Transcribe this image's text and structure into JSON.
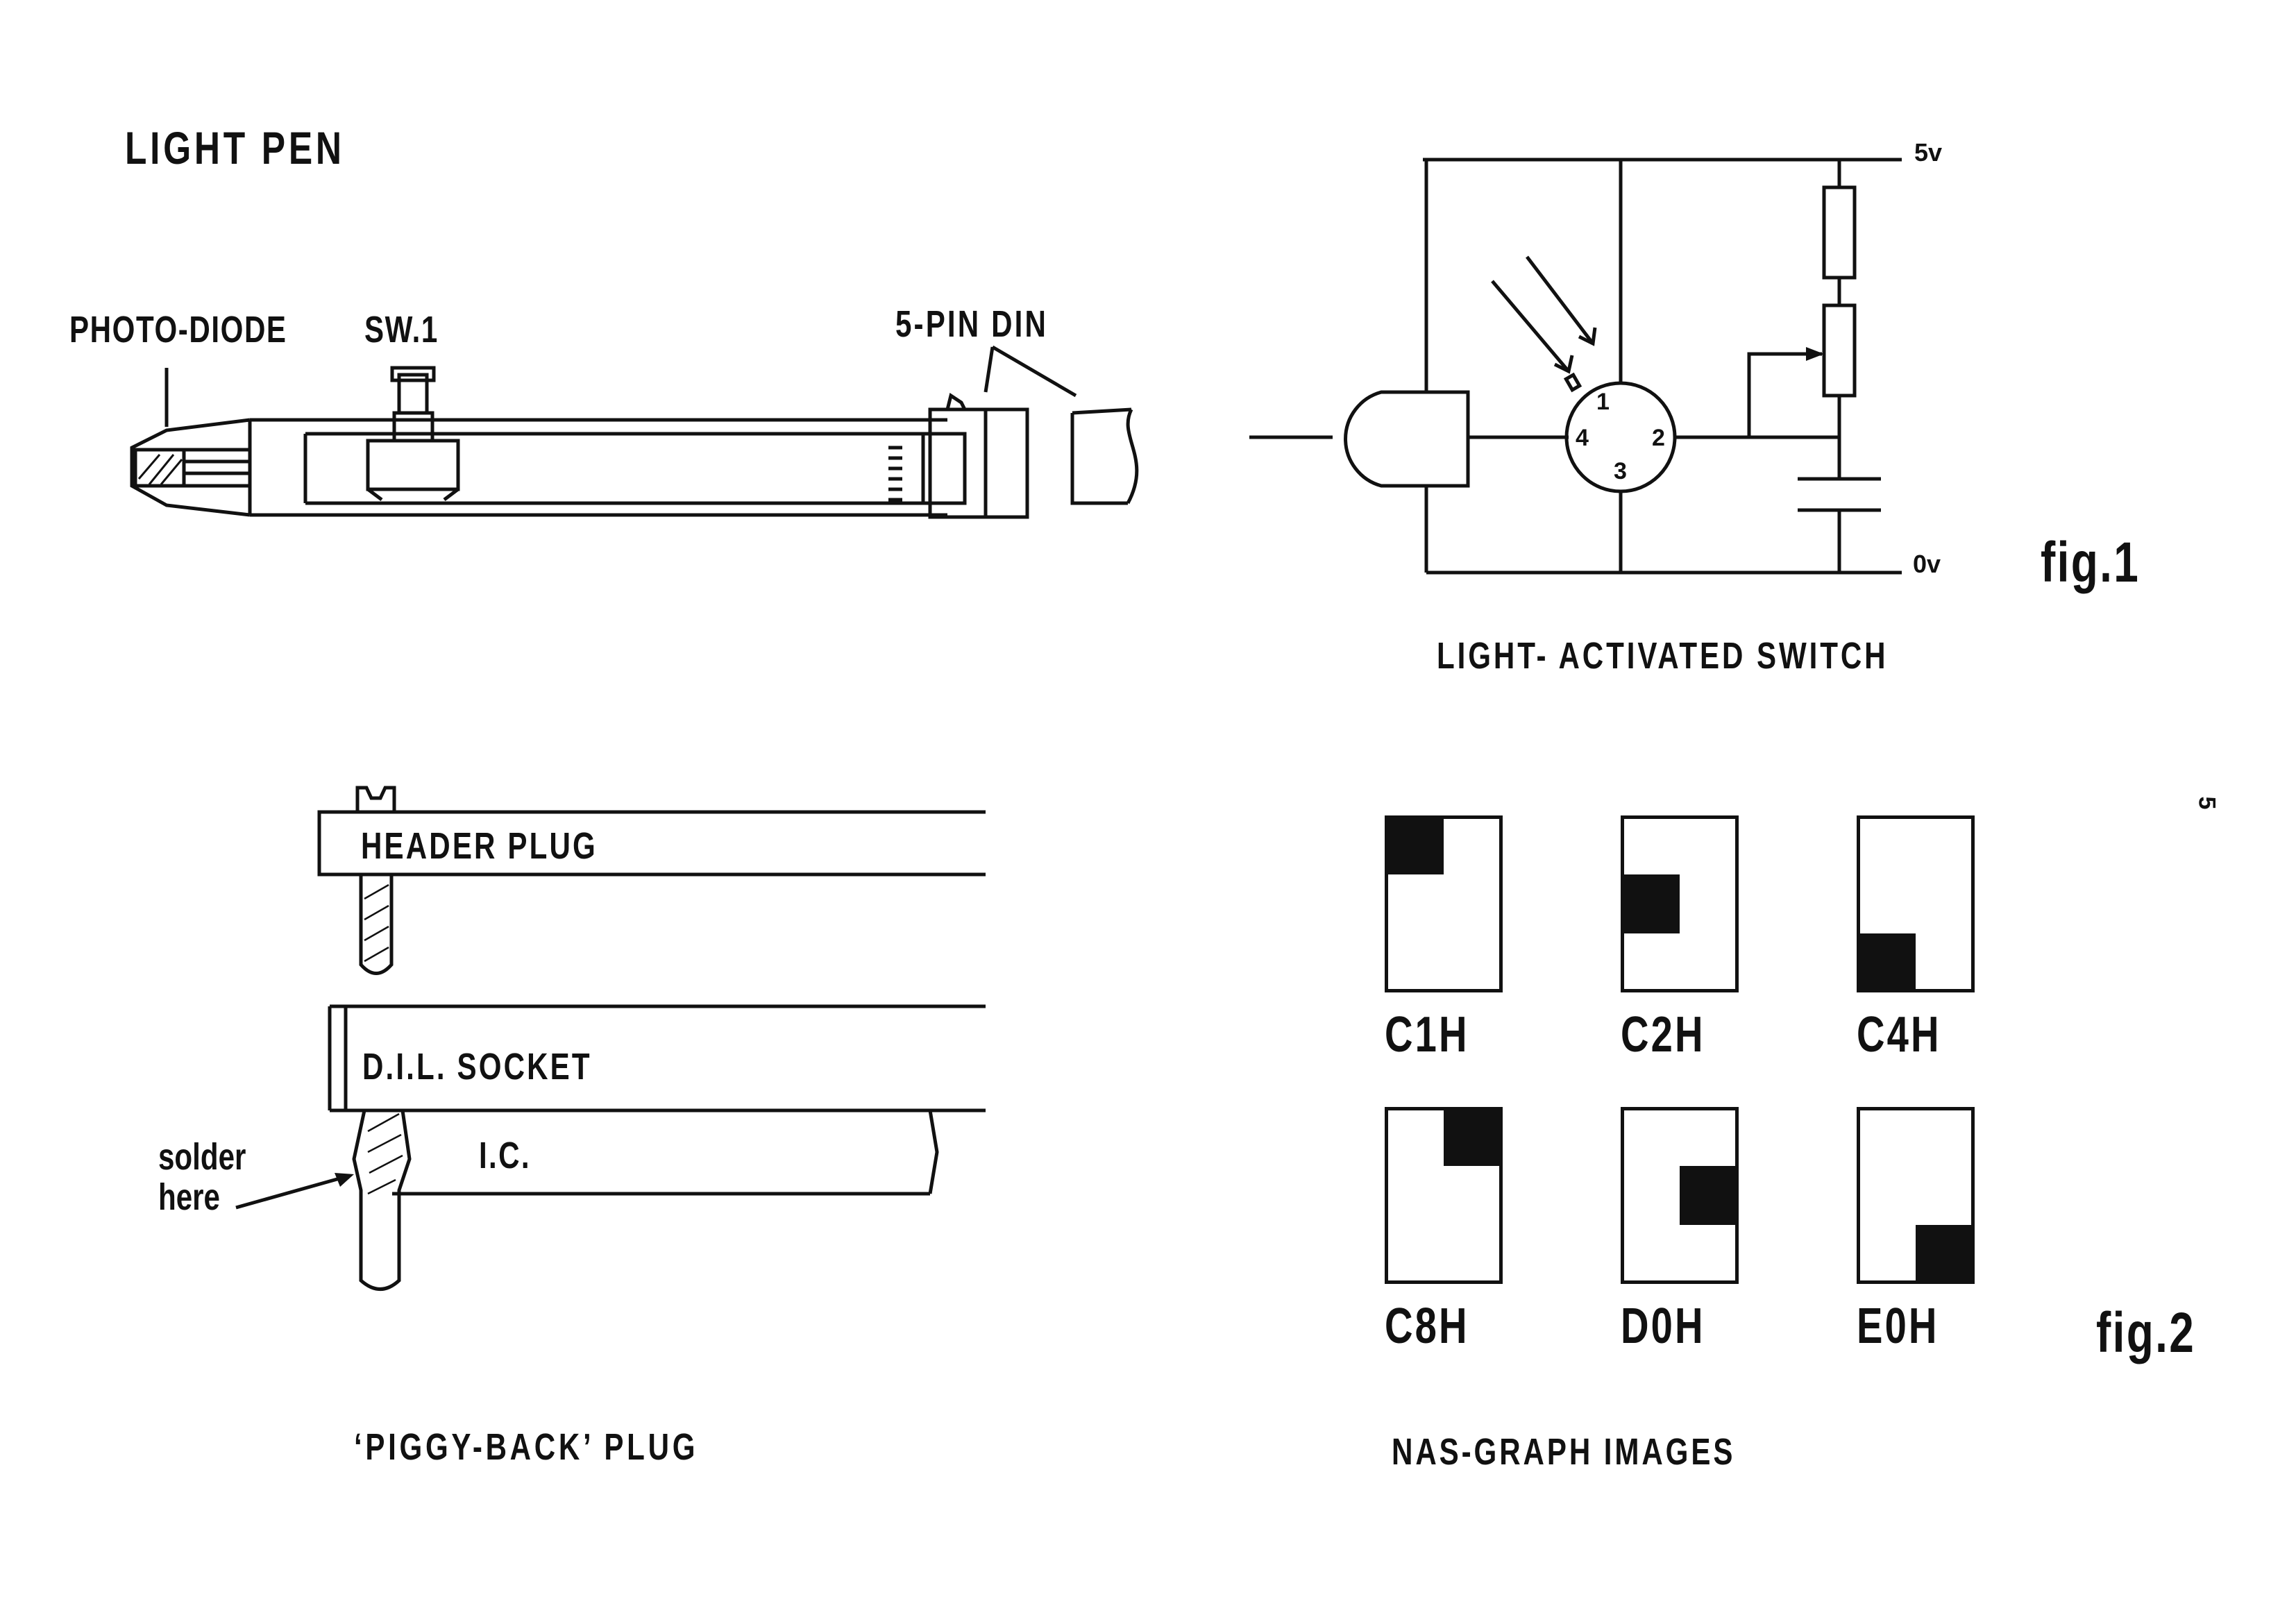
{
  "page_title": "LIGHT PEN",
  "page_number": "5",
  "light_pen": {
    "photo_diode_label": "PHOTO-DIODE",
    "switch_label": "SW.1",
    "din_label": "5-PIN DIN"
  },
  "fig1": {
    "supply_label": "5v",
    "ground_label": "0v",
    "pins": [
      "1",
      "2",
      "3",
      "4"
    ],
    "figure_label": "fig.1",
    "caption": "LIGHT- ACTIVATED SWITCH"
  },
  "piggy_back": {
    "header_plug_label": "HEADER PLUG",
    "socket_label": "D.I.L. SOCKET",
    "ic_label": "I.C.",
    "solder_label_line1": "solder",
    "solder_label_line2": "here",
    "caption": "‘PIGGY-BACK’ PLUG"
  },
  "fig2": {
    "images": [
      {
        "code": "C1H",
        "block": "top-left"
      },
      {
        "code": "C2H",
        "block": "middle-left"
      },
      {
        "code": "C4H",
        "block": "bottom-left"
      },
      {
        "code": "C8H",
        "block": "top-right"
      },
      {
        "code": "D0H",
        "block": "middle-right"
      },
      {
        "code": "E0H",
        "block": "bottom-right"
      }
    ],
    "figure_label": "fig.2",
    "caption": "NAS-GRAPH IMAGES"
  }
}
